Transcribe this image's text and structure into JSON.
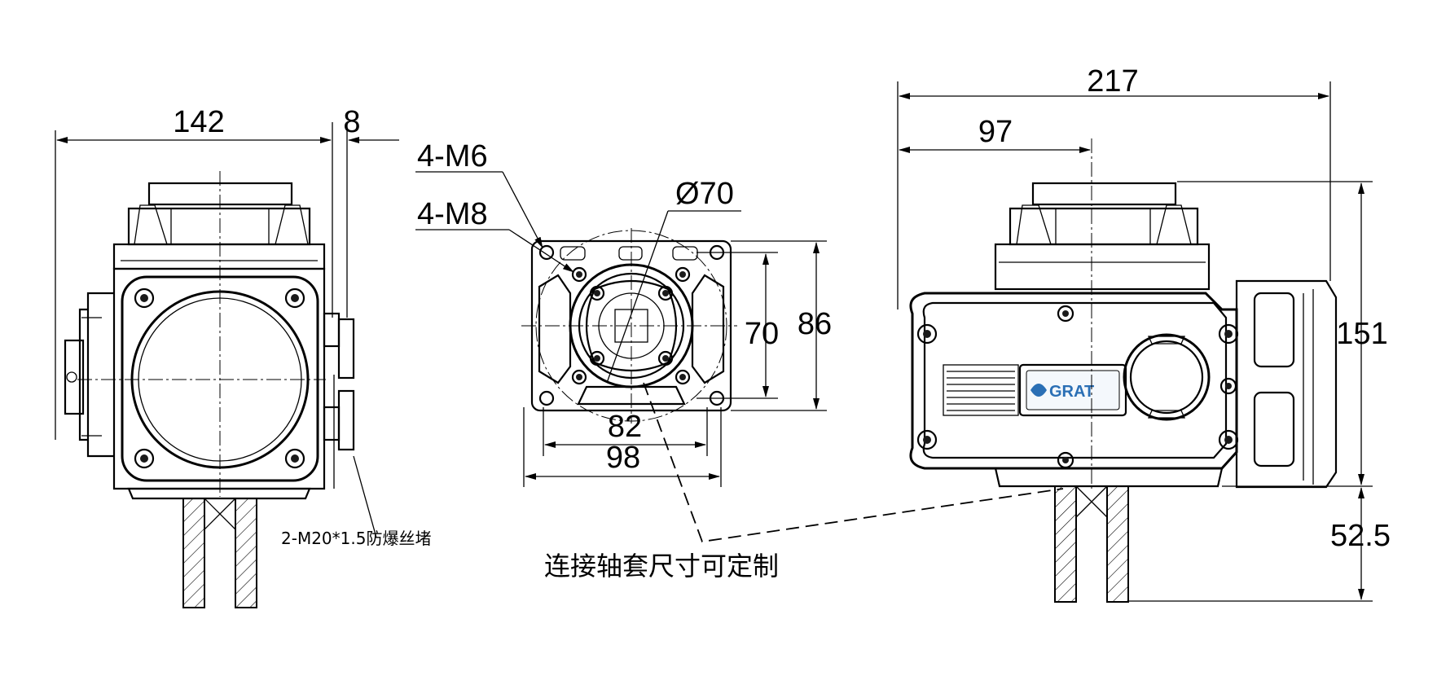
{
  "left_view": {
    "width_dim": "142",
    "offset_dim": "8",
    "plug_note": "2-M20*1.5防爆丝堵"
  },
  "flange_view": {
    "bolt_m6": "4-M6",
    "bolt_m8": "4-M8",
    "diameter": "Ø70",
    "dim_70": "70",
    "dim_86": "86",
    "dim_82": "82",
    "dim_98": "98"
  },
  "right_view": {
    "length_dim": "217",
    "center_dim": "97",
    "height_dim": "151",
    "shaft_dim": "52.5",
    "logo": "GRAT"
  },
  "shaft_note": "连接轴套尺寸可定制"
}
